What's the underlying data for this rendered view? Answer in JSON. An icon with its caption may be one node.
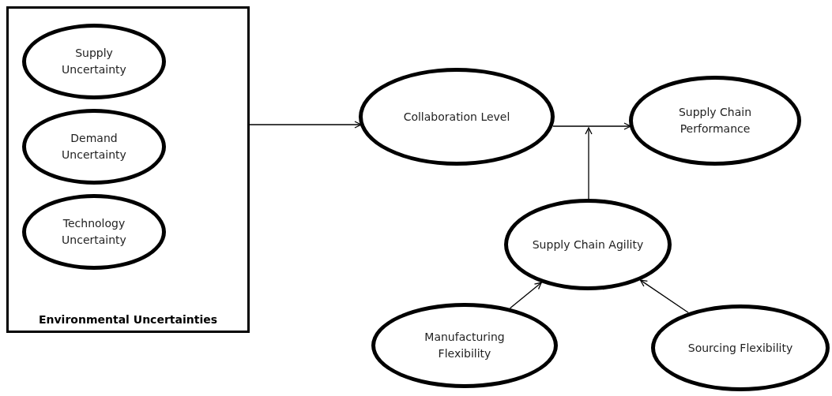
{
  "diagram": {
    "nodes": [
      {
        "text": [
          "Environmental Uncertainties"
        ]
      },
      {
        "text": [
          "Supply Uncertainty"
        ],
        "in": 0
      },
      {
        "text": [
          "Demand Uncertainty"
        ],
        "in": 0
      },
      {
        "text": [
          "Technology Uncertainty"
        ],
        "in": 0
      },
      {
        "text": [
          "Collaboration Level"
        ]
      },
      {
        "text": [
          "Supply Chain Performance"
        ]
      },
      {
        "text": [
          "Supply Chain Agility"
        ]
      },
      {
        "text": [
          "Manufacturing Flexibility"
        ]
      },
      {
        "text": [
          "Sourcing Flexibility"
        ]
      }
    ],
    "edges": [
      {
        "from": 0,
        "to": 4,
        "arrow": "to"
      },
      {
        "from": 4,
        "to": 5,
        "arrow": "to"
      },
      {
        "from": 6,
        "to": null,
        "arrow": "to"
      },
      {
        "from": 7,
        "to": 6,
        "arrow": "to"
      },
      {
        "from": 8,
        "to": 6,
        "arrow": "to"
      }
    ]
  }
}
